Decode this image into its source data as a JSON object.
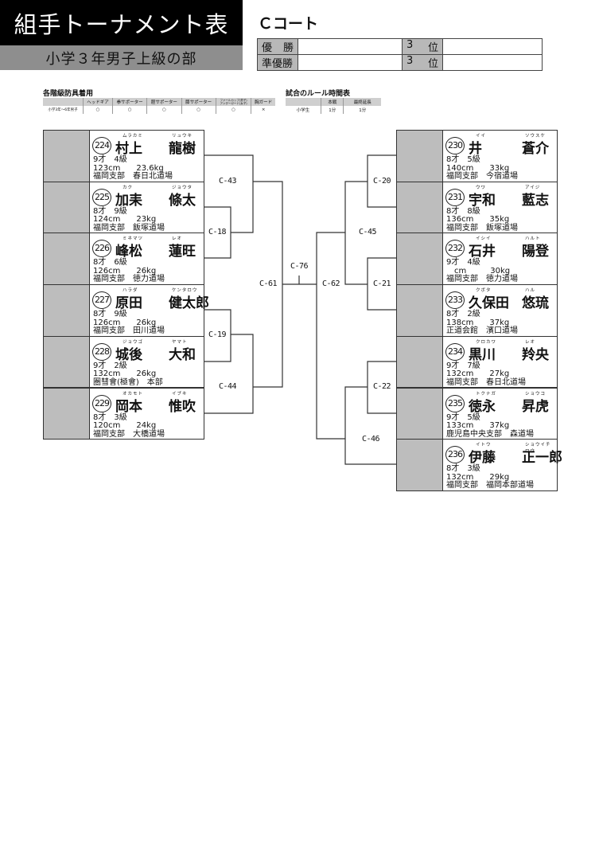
{
  "header": {
    "title": "組手トーナメント表",
    "division": "小学３年男子上級の部",
    "court": "Ｃコート"
  },
  "results_table": {
    "rows": [
      {
        "label_chars": [
          "優",
          "勝"
        ],
        "value": "",
        "rank_label_chars": [
          "3",
          "位"
        ],
        "rank_value": ""
      },
      {
        "label_chars": [
          "準優勝"
        ],
        "value": "",
        "rank_label_chars": [
          "3",
          "位"
        ],
        "rank_value": ""
      }
    ]
  },
  "gear_table": {
    "title": "各階級防具着用",
    "headers": [
      "",
      "ヘッドギア",
      "拳サポーター",
      "脛サポーター",
      "膝サポーター",
      "ファールカップ(男子)\nアンダーガード(女子)",
      "胸ガード"
    ],
    "rows": [
      [
        "小学3年〜6年男子",
        "○",
        "○",
        "○",
        "○",
        "○",
        "×"
      ]
    ]
  },
  "rules_table": {
    "title": "試合のルール時間表",
    "headers": [
      "",
      "本戦",
      "最終延長"
    ],
    "rows": [
      [
        "小学生",
        "1分",
        "1分"
      ]
    ]
  },
  "left_entries": [
    {
      "number": "224",
      "family_kana": "ムラカミ",
      "given_kana": "リュウキ",
      "family": "村上",
      "given": "龍樹",
      "age_rank": "9才　4級",
      "body": "123cm　　23.6kg",
      "affiliation": "福岡支部　春日北道場"
    },
    {
      "number": "225",
      "family_kana": "カク",
      "given_kana": "ジョウタ",
      "family": "加耒",
      "given": "條太",
      "age_rank": "8才　9級",
      "body": "124cm　　23kg",
      "affiliation": "福岡支部　飯塚道場"
    },
    {
      "number": "226",
      "family_kana": "ミネマツ",
      "given_kana": "レオ",
      "family": "峰松",
      "given": "蓮旺",
      "age_rank": "8才　6級",
      "body": "126cm　　26kg",
      "affiliation": "福岡支部　徳力道場"
    },
    {
      "number": "227",
      "family_kana": "ハラダ",
      "given_kana": "ケンタロウ",
      "family": "原田",
      "given": "健太郎",
      "age_rank": "8才　9級",
      "body": "126cm　　26kg",
      "affiliation": "福岡支部　田川道場"
    },
    {
      "number": "228",
      "family_kana": "ジョウゴ",
      "given_kana": "ヤマト",
      "family": "城後",
      "given": "大和",
      "age_rank": "9才　2級",
      "body": "132cm　　26kg",
      "affiliation": "圏彗會(極會)　本部"
    },
    {
      "number": "229",
      "family_kana": "オカモト",
      "given_kana": "イブキ",
      "family": "岡本",
      "given": "惟吹",
      "age_rank": "8才　3級",
      "body": "120cm　　24kg",
      "affiliation": "福岡支部　大橋道場"
    }
  ],
  "right_entries": [
    {
      "number": "230",
      "family_kana": "イイ",
      "given_kana": "ソウスケ",
      "family": "井",
      "given": "蒼介",
      "age_rank": "8才　5級",
      "body": "140cm　　33kg",
      "affiliation": "福岡支部　今宿道場"
    },
    {
      "number": "231",
      "family_kana": "ウワ",
      "given_kana": "アイジ",
      "family": "宇和",
      "given": "藍志",
      "age_rank": "8才　8級",
      "body": "136cm　　35kg",
      "affiliation": "福岡支部　飯塚道場"
    },
    {
      "number": "232",
      "family_kana": "イシイ",
      "given_kana": "ハルト",
      "family": "石井",
      "given": "陽登",
      "age_rank": "9才　4級",
      "body": "　cm　　　30kg",
      "affiliation": "福岡支部　徳力道場"
    },
    {
      "number": "233",
      "family_kana": "クボタ",
      "given_kana": "ハル",
      "family": "久保田",
      "given": "悠琉",
      "age_rank": "8才　2級",
      "body": "138cm　　37kg",
      "affiliation": "正道会館　濱口道場"
    },
    {
      "number": "234",
      "family_kana": "クロカワ",
      "given_kana": "レオ",
      "family": "黒川",
      "given": "羚央",
      "age_rank": "9才　7級",
      "body": "132cm　　27kg",
      "affiliation": "福岡支部　春日北道場"
    },
    {
      "number": "235",
      "family_kana": "トクナガ",
      "given_kana": "ショウコ",
      "family": "徳永",
      "given": "昇虎",
      "age_rank": "9才　5級",
      "body": "133cm　　37kg",
      "affiliation": "鹿児島中央支部　森道場"
    },
    {
      "number": "236",
      "family_kana": "イトウ",
      "given_kana": "ショウイチロウ",
      "family": "伊藤",
      "given": "正一郎",
      "age_rank": "8才　3級",
      "body": "132cm　　29kg",
      "affiliation": "福岡支部　福岡本部道場"
    }
  ],
  "matches": {
    "c18": "C-18",
    "c19": "C-19",
    "c20": "C-20",
    "c21": "C-21",
    "c22": "C-22",
    "c43": "C-43",
    "c44": "C-44",
    "c45": "C-45",
    "c46": "C-46",
    "c61": "C-61",
    "c62": "C-62",
    "c76": "C-76"
  }
}
